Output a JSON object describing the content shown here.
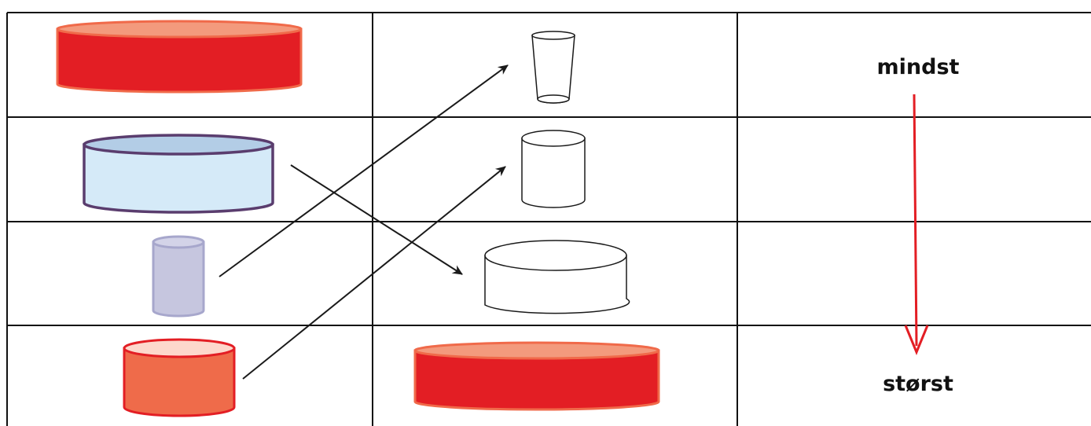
{
  "labels": {
    "smallest": "mindst",
    "largest": "størst"
  },
  "colors": {
    "grid_line": "#111111",
    "arrow_black": "#1a1a1a",
    "arrow_red": "#e31e24",
    "red_fill": "#e31e24",
    "red_top": "#f39a7d",
    "red_stroke": "#f06a4a",
    "blue_fill": "#d5eaf8",
    "blue_top": "#b3cde6",
    "purple_stroke": "#5a3d6e",
    "lilac_fill": "#c6c6df",
    "lilac_stroke": "#a7a7cc",
    "orange_fill": "#ef6b4a",
    "orange_top": "#fdd8cc",
    "crimson_stroke": "#e31e24",
    "outline_stroke": "#1a1a1a"
  },
  "left_column": [
    "red-wide-cylinder",
    "blue-purple-cylinder",
    "lilac-narrow-cylinder",
    "orange-cylinder"
  ],
  "middle_column": [
    "narrow-cup-outline",
    "tall-cylinder-outline",
    "wide-cylinder-outline",
    "red-wide-cylinder"
  ],
  "connections": [
    {
      "from": "blue-purple-cylinder",
      "to": "wide-cylinder-outline"
    },
    {
      "from": "lilac-narrow-cylinder",
      "to": "narrow-cup-outline"
    },
    {
      "from": "orange-cylinder",
      "to": "tall-cylinder-outline"
    }
  ],
  "order_arrow": {
    "from_label": "mindst",
    "to_label": "størst",
    "direction": "down"
  }
}
